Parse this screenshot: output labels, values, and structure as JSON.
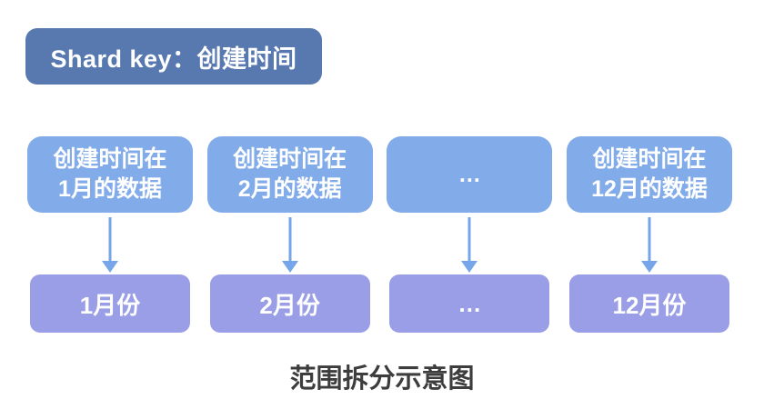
{
  "header": {
    "title": "Shard key：创建时间"
  },
  "columns": [
    {
      "source_lines": [
        "创建时间在",
        "1月的数据"
      ],
      "target": "1月份"
    },
    {
      "source_lines": [
        "创建时间在",
        "2月的数据"
      ],
      "target": "2月份"
    },
    {
      "source_lines": [
        "…"
      ],
      "target": "…"
    },
    {
      "source_lines": [
        "创建时间在",
        "12月的数据"
      ],
      "target": "12月份"
    }
  ],
  "caption": "范围拆分示意图",
  "colors": {
    "header_bg": "#5878b0",
    "source_bg": "#82abe9",
    "target_bg": "#9a9ee6",
    "arrow": "#76a5ea",
    "caption_text": "#3d3d3d",
    "box_text": "#ffffff",
    "background": "#ffffff"
  }
}
